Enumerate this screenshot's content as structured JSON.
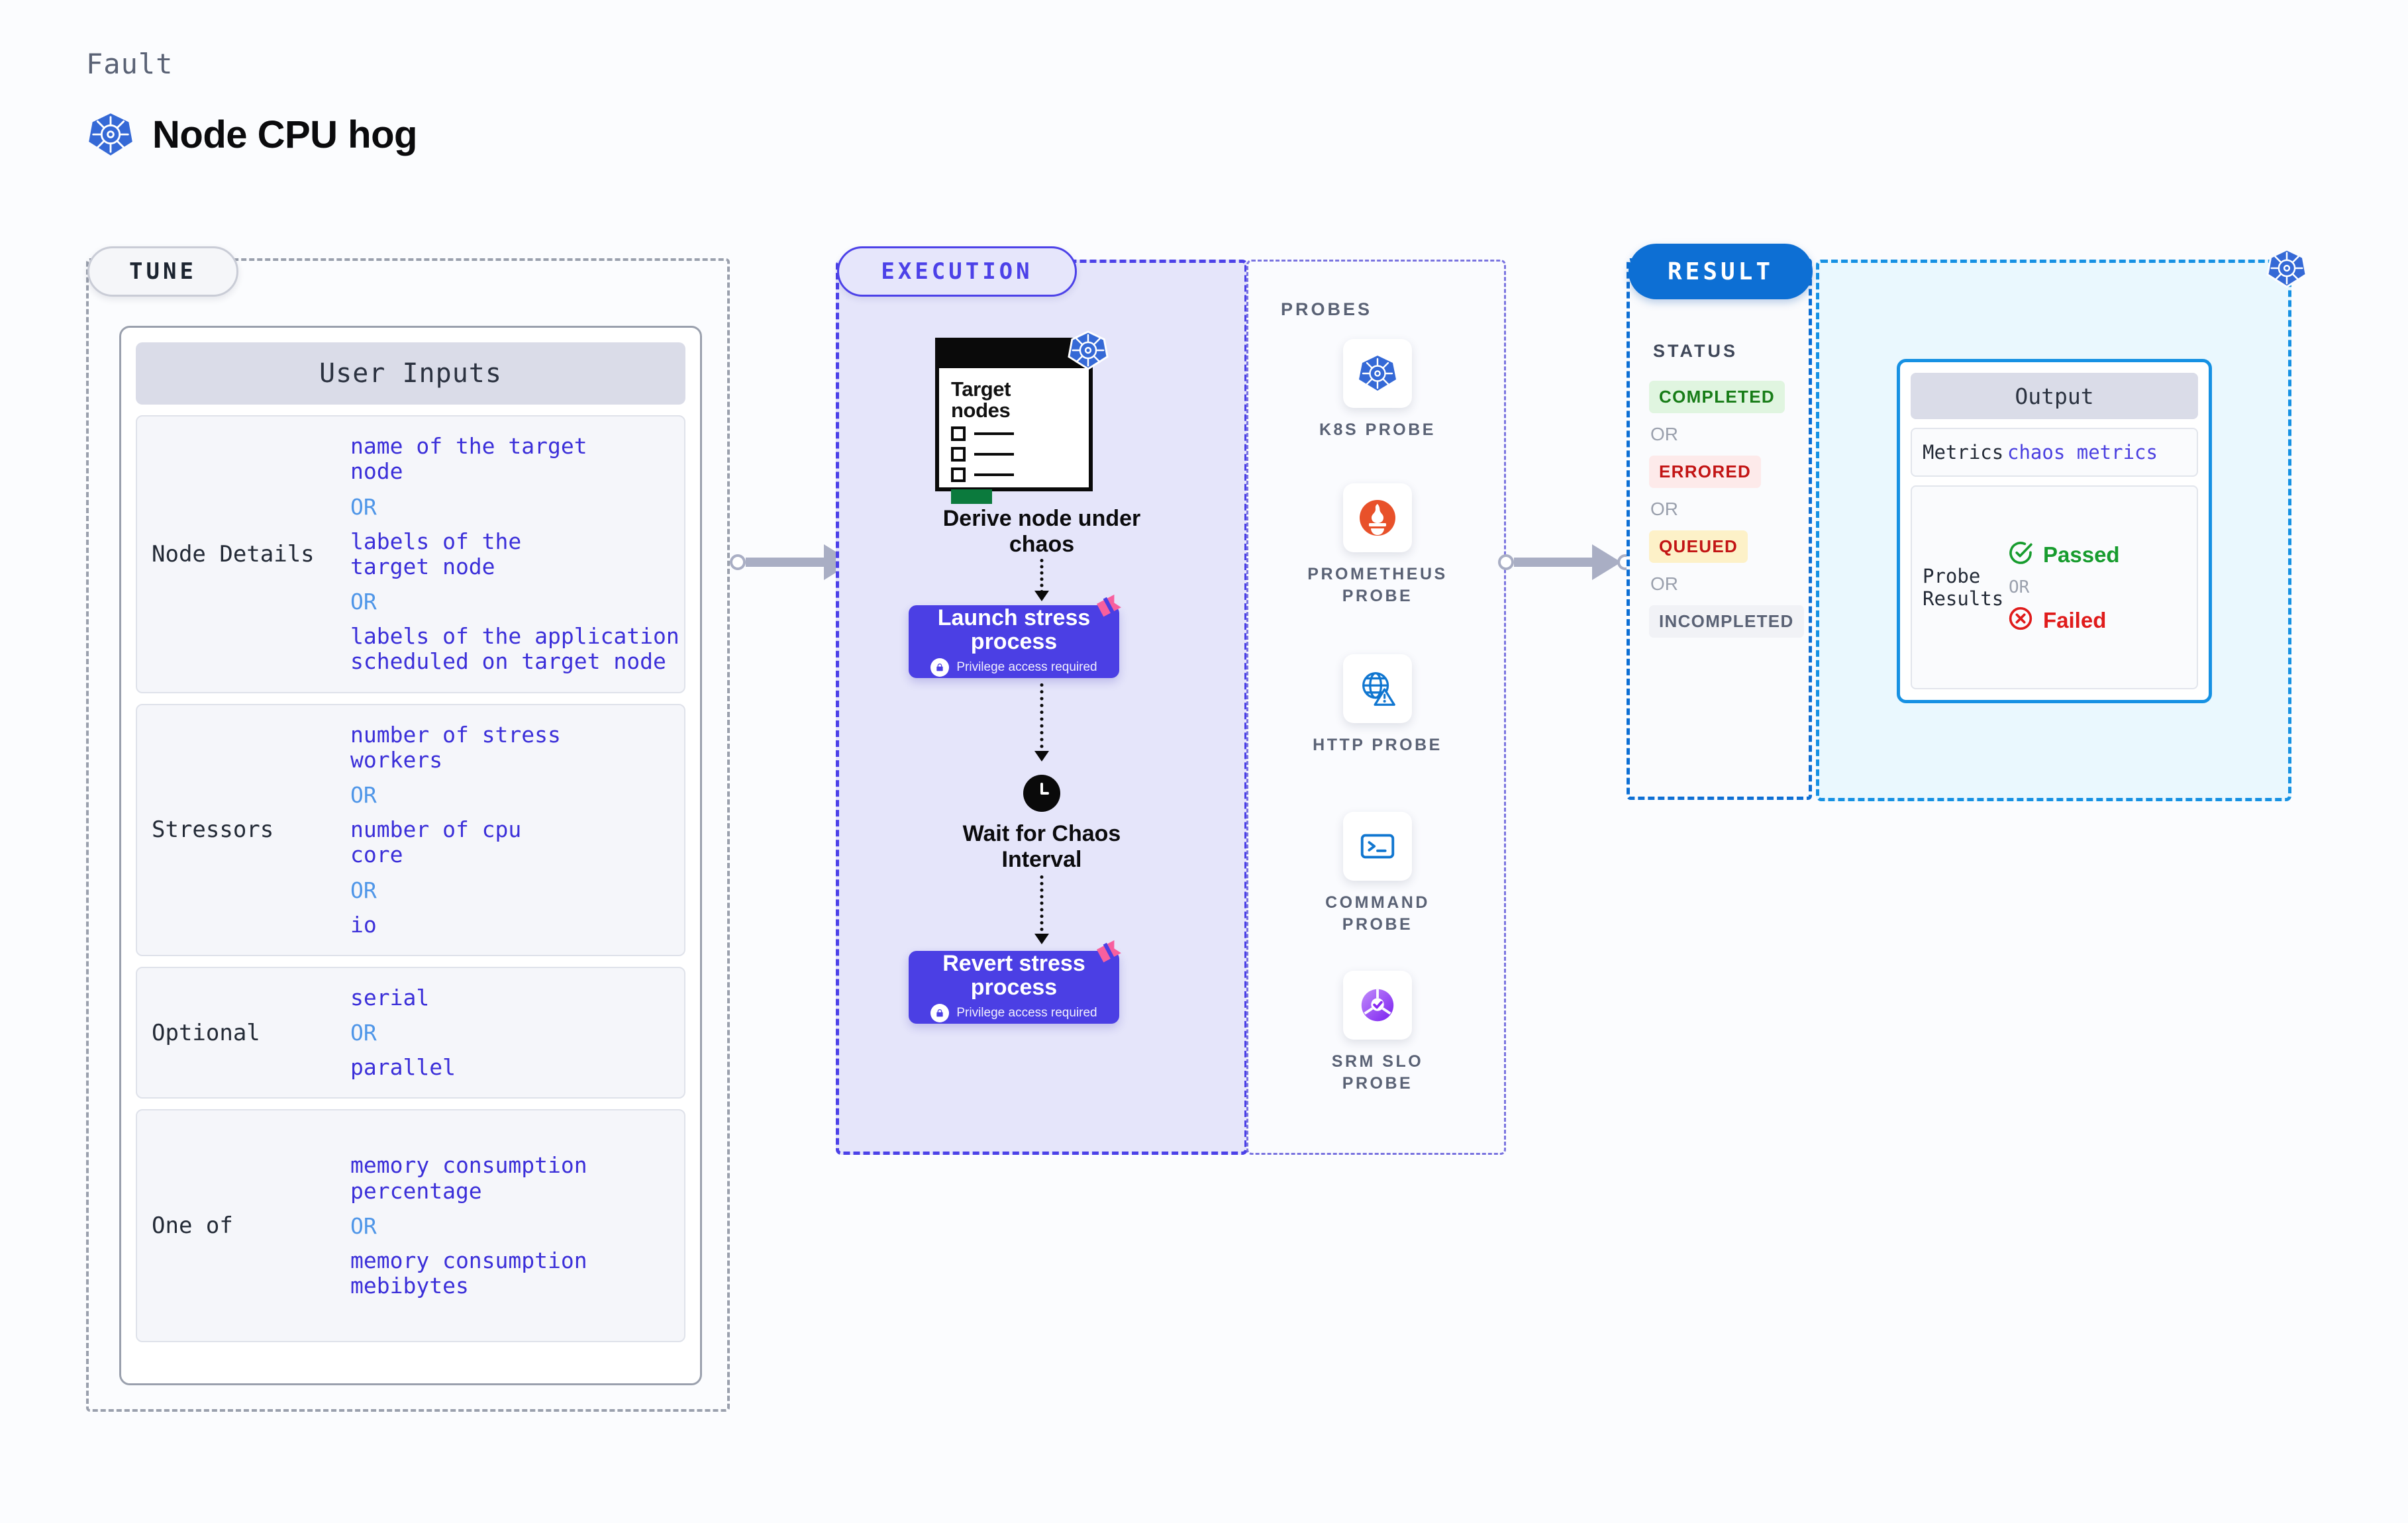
{
  "header": {
    "eyebrow": "Fault",
    "title": "Node CPU hog",
    "icon": "kubernetes-icon"
  },
  "tune": {
    "tab_label": "TUNE",
    "card_title": "User Inputs",
    "sections": [
      {
        "label": "Node Details",
        "values": [
          "name of the target\nnode",
          "labels of the\ntarget node",
          "labels of the application\n scheduled on target node"
        ],
        "separator": "OR"
      },
      {
        "label": "Stressors",
        "values": [
          "number of stress\nworkers",
          "number of cpu\ncore",
          "io"
        ],
        "separator": "OR"
      },
      {
        "label": "Optional",
        "values": [
          "serial",
          "parallel"
        ],
        "separator": "OR"
      },
      {
        "label": "One of",
        "values": [
          "memory consumption\npercentage",
          "memory consumption\nmebibytes"
        ],
        "separator": "OR"
      }
    ]
  },
  "execution": {
    "tab_label": "EXECUTION",
    "target_card": {
      "title": "Target\nnodes",
      "icon": "kubernetes-icon",
      "checkbox_count": 3,
      "button_color": "#0b7a3d"
    },
    "steps": [
      {
        "label": "Derive node under\nchaos",
        "type": "node-card"
      },
      {
        "label": "Launch stress\nprocess",
        "subtext": "Privilege access required",
        "type": "privileged-box",
        "icon": "lock-icon"
      },
      {
        "label": "Wait for Chaos\nInterval",
        "type": "clock",
        "icon": "clock-icon"
      },
      {
        "label": "Revert stress\nprocess",
        "subtext": "Privilege access required",
        "type": "privileged-box",
        "icon": "lock-icon"
      }
    ]
  },
  "probes": {
    "title": "PROBES",
    "items": [
      {
        "label": "K8S PROBE",
        "icon": "kubernetes-icon"
      },
      {
        "label": "PROMETHEUS\nPROBE",
        "icon": "prometheus-icon"
      },
      {
        "label": "HTTP PROBE",
        "icon": "globe-warning-icon"
      },
      {
        "label": "COMMAND\nPROBE",
        "icon": "terminal-icon"
      },
      {
        "label": "SRM SLO\nPROBE",
        "icon": "slo-donut-check-icon"
      }
    ]
  },
  "result": {
    "tab_label": "RESULT",
    "status_title": "STATUS",
    "separator": "OR",
    "statuses": [
      {
        "label": "COMPLETED",
        "bg": "#e0f5e0",
        "fg": "#177c17"
      },
      {
        "label": "ERRORED",
        "bg": "#fdeaea",
        "fg": "#c21414"
      },
      {
        "label": "QUEUED",
        "bg": "#fdf1c8",
        "fg": "#c21414"
      },
      {
        "label": "INCOMPLETED",
        "bg": "#f1f2f6",
        "fg": "#5a6275"
      }
    ],
    "corner_icon": "kubernetes-icon"
  },
  "output": {
    "card_title": "Output",
    "metrics_label": "Metrics",
    "metrics_value": "chaos metrics",
    "probe_results_label": "Probe\nResults",
    "passed_label": "Passed",
    "failed_label": "Failed",
    "separator": "OR"
  },
  "colors": {
    "accent_purple": "#4b3fe4",
    "accent_blue": "#0d6fd4",
    "accent_cyan": "#1691e3",
    "value_indigo": "#3b2fd9",
    "or_blue": "#4f96e8",
    "pass_green": "#179c2e",
    "fail_red": "#e01b1b",
    "pink_flag": "#f85f9e"
  }
}
